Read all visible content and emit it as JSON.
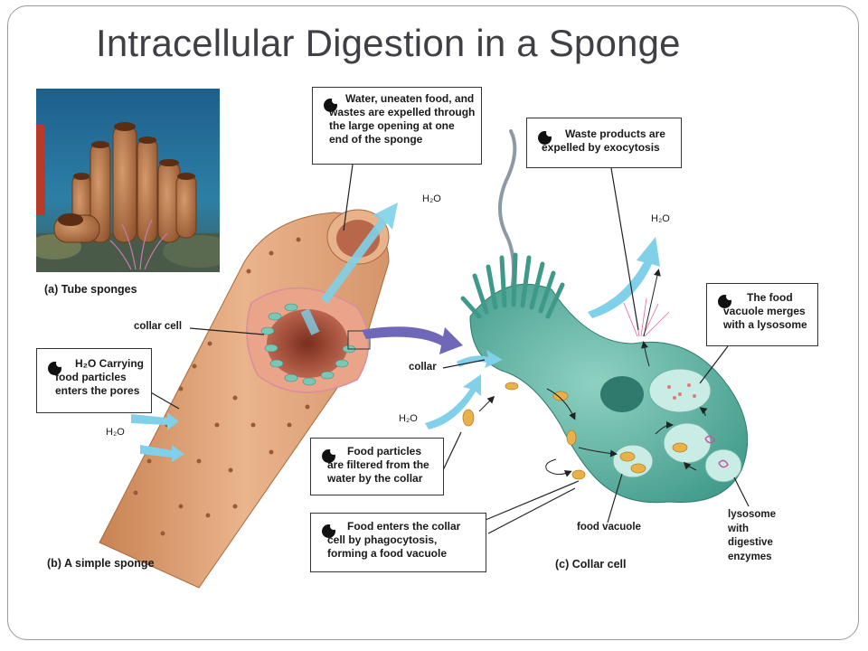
{
  "title": "Intracellular Digestion in a Sponge",
  "panels": {
    "a": "(a) Tube sponges",
    "b": "(b) A simple sponge",
    "c": "(c) Collar cell"
  },
  "labels": {
    "collar_cell": "collar cell",
    "collar": "collar",
    "food_vacuole": "food vacuole",
    "lysosome": "lysosome\nwith\ndigestive\nenzymes",
    "h2o": "H₂O"
  },
  "callouts": {
    "expelled": "Water, uneaten food, and wastes are expelled through the large opening at one end of the sponge",
    "exocytosis": "Waste products are expelled by exocytosis",
    "merges": "The food vacuole merges with a lysosome",
    "enters": "H₂O Carrying food particles enters the pores",
    "filtered": "Food particles are filtered from the water by the collar",
    "phagocytosis": "Food enters the collar cell by phagocytosis, forming a food vacuole"
  },
  "colors": {
    "water_arrow": "#7fd0e8",
    "sponge_body": "#e0a57c",
    "collar_cell": "#5fb3a3",
    "flow_arrow": "#6f68b8"
  }
}
